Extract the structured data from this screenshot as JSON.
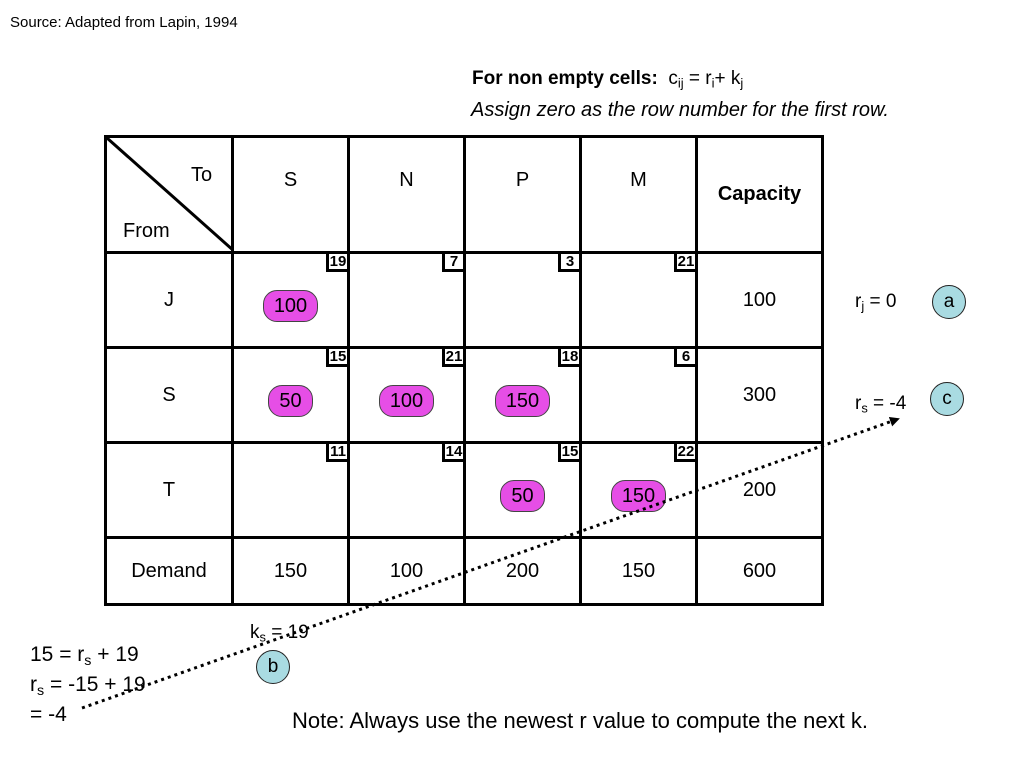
{
  "source": "Source:  Adapted from Lapin, 1994",
  "rule": {
    "bold_label": "For non empty cells:",
    "c": "c",
    "ij": "ij",
    "eq": " = r",
    "i": "i",
    "plus": "+ k",
    "j": "j",
    "assign": "Assign zero as the row number for the first row."
  },
  "table": {
    "to_label": "To",
    "from_label": "From",
    "headers": [
      "S",
      "N",
      "P",
      "M"
    ],
    "capacity_header": "Capacity",
    "rows": [
      {
        "name": "J",
        "costs": [
          "19",
          "7",
          "3",
          "21"
        ],
        "alloc": [
          "100",
          "",
          "",
          ""
        ],
        "capacity": "100"
      },
      {
        "name": "S",
        "costs": [
          "15",
          "21",
          "18",
          "6"
        ],
        "alloc": [
          "50",
          "100",
          "150",
          ""
        ],
        "capacity": "300"
      },
      {
        "name": "T",
        "costs": [
          "11",
          "14",
          "15",
          "22"
        ],
        "alloc": [
          "",
          "",
          "50",
          "150"
        ],
        "capacity": "200"
      }
    ],
    "demand_label": "Demand",
    "demand": [
      "150",
      "100",
      "200",
      "150"
    ],
    "total": "600"
  },
  "row_values": {
    "rj_r": "r",
    "rj_sub": "j",
    "rj_val": " = 0",
    "rs_r": "r",
    "rs_sub": "s",
    "rs_val": " = -4"
  },
  "k_label": {
    "k": "k",
    "sub": "s",
    "val": " = 19"
  },
  "circles": {
    "a": "a",
    "b": "b",
    "c": "c"
  },
  "equations": {
    "line1_a": "15 = r",
    "line1_sub": "s",
    "line1_b": " + 19",
    "line2_a": "r",
    "line2_sub": "s",
    "line2_b": " = -15 + 19",
    "line3": "= -4"
  },
  "note": "Note:  Always use the newest r value to compute the next k.",
  "colors": {
    "allocation": "#e64ee6",
    "circle": "#a9dbe2"
  }
}
